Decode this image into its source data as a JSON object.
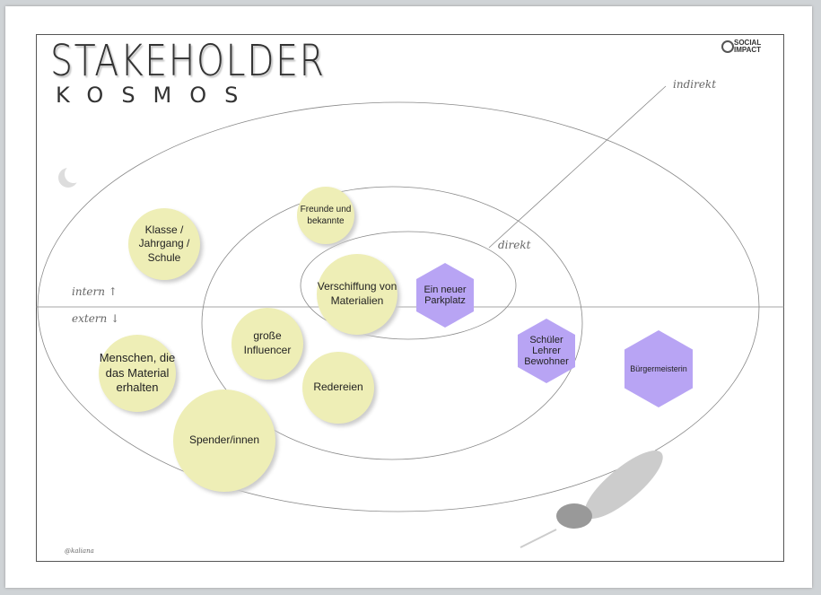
{
  "title": "STAKEHOLDER",
  "subtitle": "KOSMOS",
  "logo": {
    "line1": "SOCIAL",
    "line2": "IMPACT"
  },
  "labels": {
    "indirekt": "indirekt",
    "direkt": "direkt",
    "intern": "intern ↑",
    "extern": "extern ↓",
    "signature": "@kaliana"
  },
  "stakeholders": {
    "klasse": "Klasse / Jahrgang / Schule",
    "freunde": "Freunde und bekannte",
    "verschiffung": "Verschiffung von Materialien",
    "influencer": "große Influencer",
    "redereien": "Redereien",
    "menschen": "Menschen, die das Material erhalten",
    "spender": "Spender/innen",
    "parkplatz": "Ein neuer Parkplatz",
    "schueler": "Schüler Lehrer Bewohner",
    "buergermeisterin": "Bürgermeisterin"
  },
  "colors": {
    "circle": "#eeeeb6",
    "hexagon": "#b8a4f4"
  }
}
